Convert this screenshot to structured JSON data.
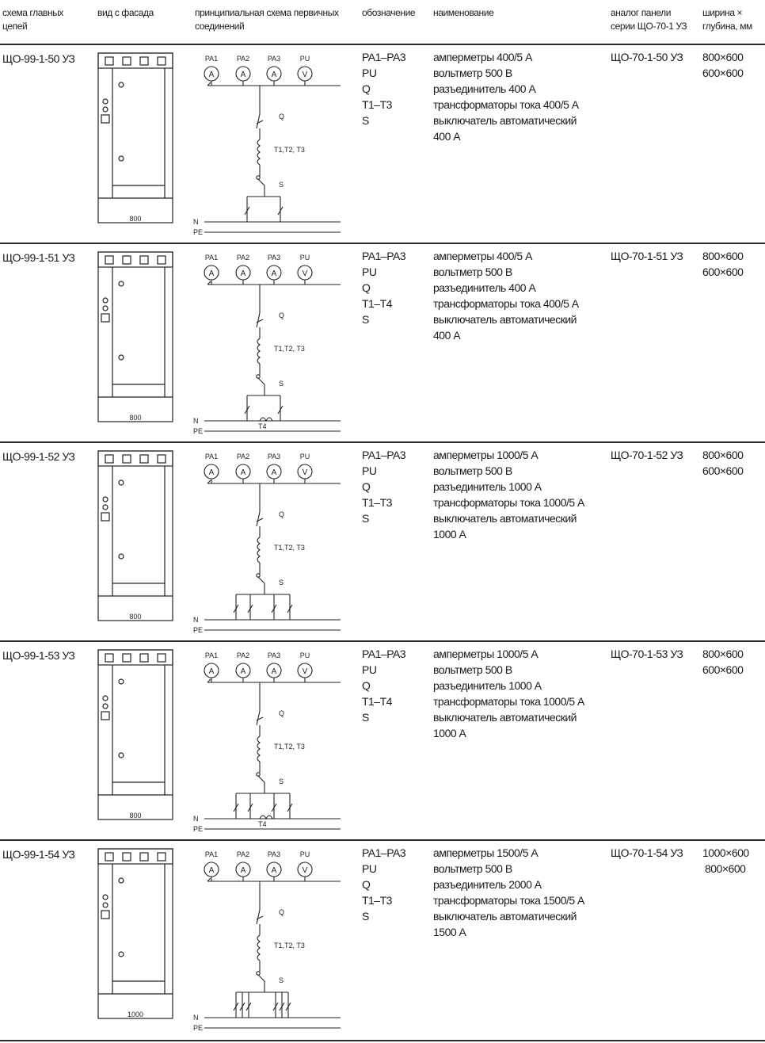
{
  "header": {
    "col_scheme": [
      "схема главных",
      "цепей"
    ],
    "col_facade": [
      "вид с фасада"
    ],
    "col_diagram": [
      "принципиальная схема первичных",
      "соединений"
    ],
    "col_designation": [
      "обозначение"
    ],
    "col_name": [
      "наименование"
    ],
    "col_analog": [
      "аналог панели",
      "серии ЩО-70-1 УЗ"
    ],
    "col_size": [
      "ширина ×",
      "глубина, мм"
    ]
  },
  "diagram_labels": {
    "meters": [
      "PA1",
      "PA2",
      "PA3",
      "PU"
    ],
    "meter_symbols": [
      "A",
      "A",
      "A",
      "V"
    ],
    "q": "Q",
    "transformers": "T1,T2, T3",
    "s": "S",
    "n": "N",
    "pe": "PE",
    "t4": "T4"
  },
  "rows": [
    {
      "code": "ЩО-99-1-50 УЗ",
      "facade_width": "800",
      "designations": [
        "PA1–PA3",
        "PU",
        "Q",
        "T1–T3",
        "S"
      ],
      "names": [
        "амперметры 400/5 А",
        "вольтметр 500 В",
        "разъединитель 400 А",
        "трансформаторы тока 400/5 А",
        "выключатель автоматический",
        "400 А"
      ],
      "analog": "ЩО-70-1-50 УЗ",
      "sizes": [
        "800×600",
        "600×600"
      ]
    },
    {
      "code": "ЩО-99-1-51 УЗ",
      "facade_width": "800",
      "designations": [
        "PA1–PA3",
        "PU",
        "Q",
        "T1–T4",
        "S"
      ],
      "names": [
        "амперметры 400/5 А",
        "вольтметр 500 В",
        "разъединитель 400 А",
        "трансформаторы тока 400/5 А",
        "выключатель автоматический",
        "400 А"
      ],
      "analog": "ЩО-70-1-51 УЗ",
      "sizes": [
        "800×600",
        "600×600"
      ]
    },
    {
      "code": "ЩО-99-1-52 УЗ",
      "facade_width": "800",
      "designations": [
        "PA1–PA3",
        "PU",
        "Q",
        "T1–T3",
        "S"
      ],
      "names": [
        "амперметры 1000/5 А",
        "вольтметр 500 В",
        "разъединитель 1000 А",
        "трансформаторы тока 1000/5 А",
        "выключатель автоматический",
        "1000 А"
      ],
      "analog": "ЩО-70-1-52 УЗ",
      "sizes": [
        "800×600",
        "600×600"
      ]
    },
    {
      "code": "ЩО-99-1-53 УЗ",
      "facade_width": "800",
      "designations": [
        "PA1–PA3",
        "PU",
        "Q",
        "T1–T4",
        "S"
      ],
      "names": [
        "амперметры 1000/5 А",
        "вольтметр 500 В",
        "разъединитель 1000 А",
        "трансформаторы тока 1000/5 А",
        "выключатель автоматический",
        "1000 А"
      ],
      "analog": "ЩО-70-1-53 УЗ",
      "sizes": [
        "800×600",
        "600×600"
      ]
    },
    {
      "code": "ЩО-99-1-54 УЗ",
      "facade_width": "1000",
      "designations": [
        "PA1–PA3",
        "PU",
        "Q",
        "T1–T3",
        "S"
      ],
      "names": [
        "амперметры 1500/5 А",
        "вольтметр 500 В",
        "разъединитель 2000 А",
        "трансформаторы тока 1500/5 А",
        "выключатель автоматический",
        "1500 А"
      ],
      "analog": "ЩО-70-1-54 УЗ",
      "sizes": [
        "1000×600",
        "800×600"
      ]
    }
  ]
}
